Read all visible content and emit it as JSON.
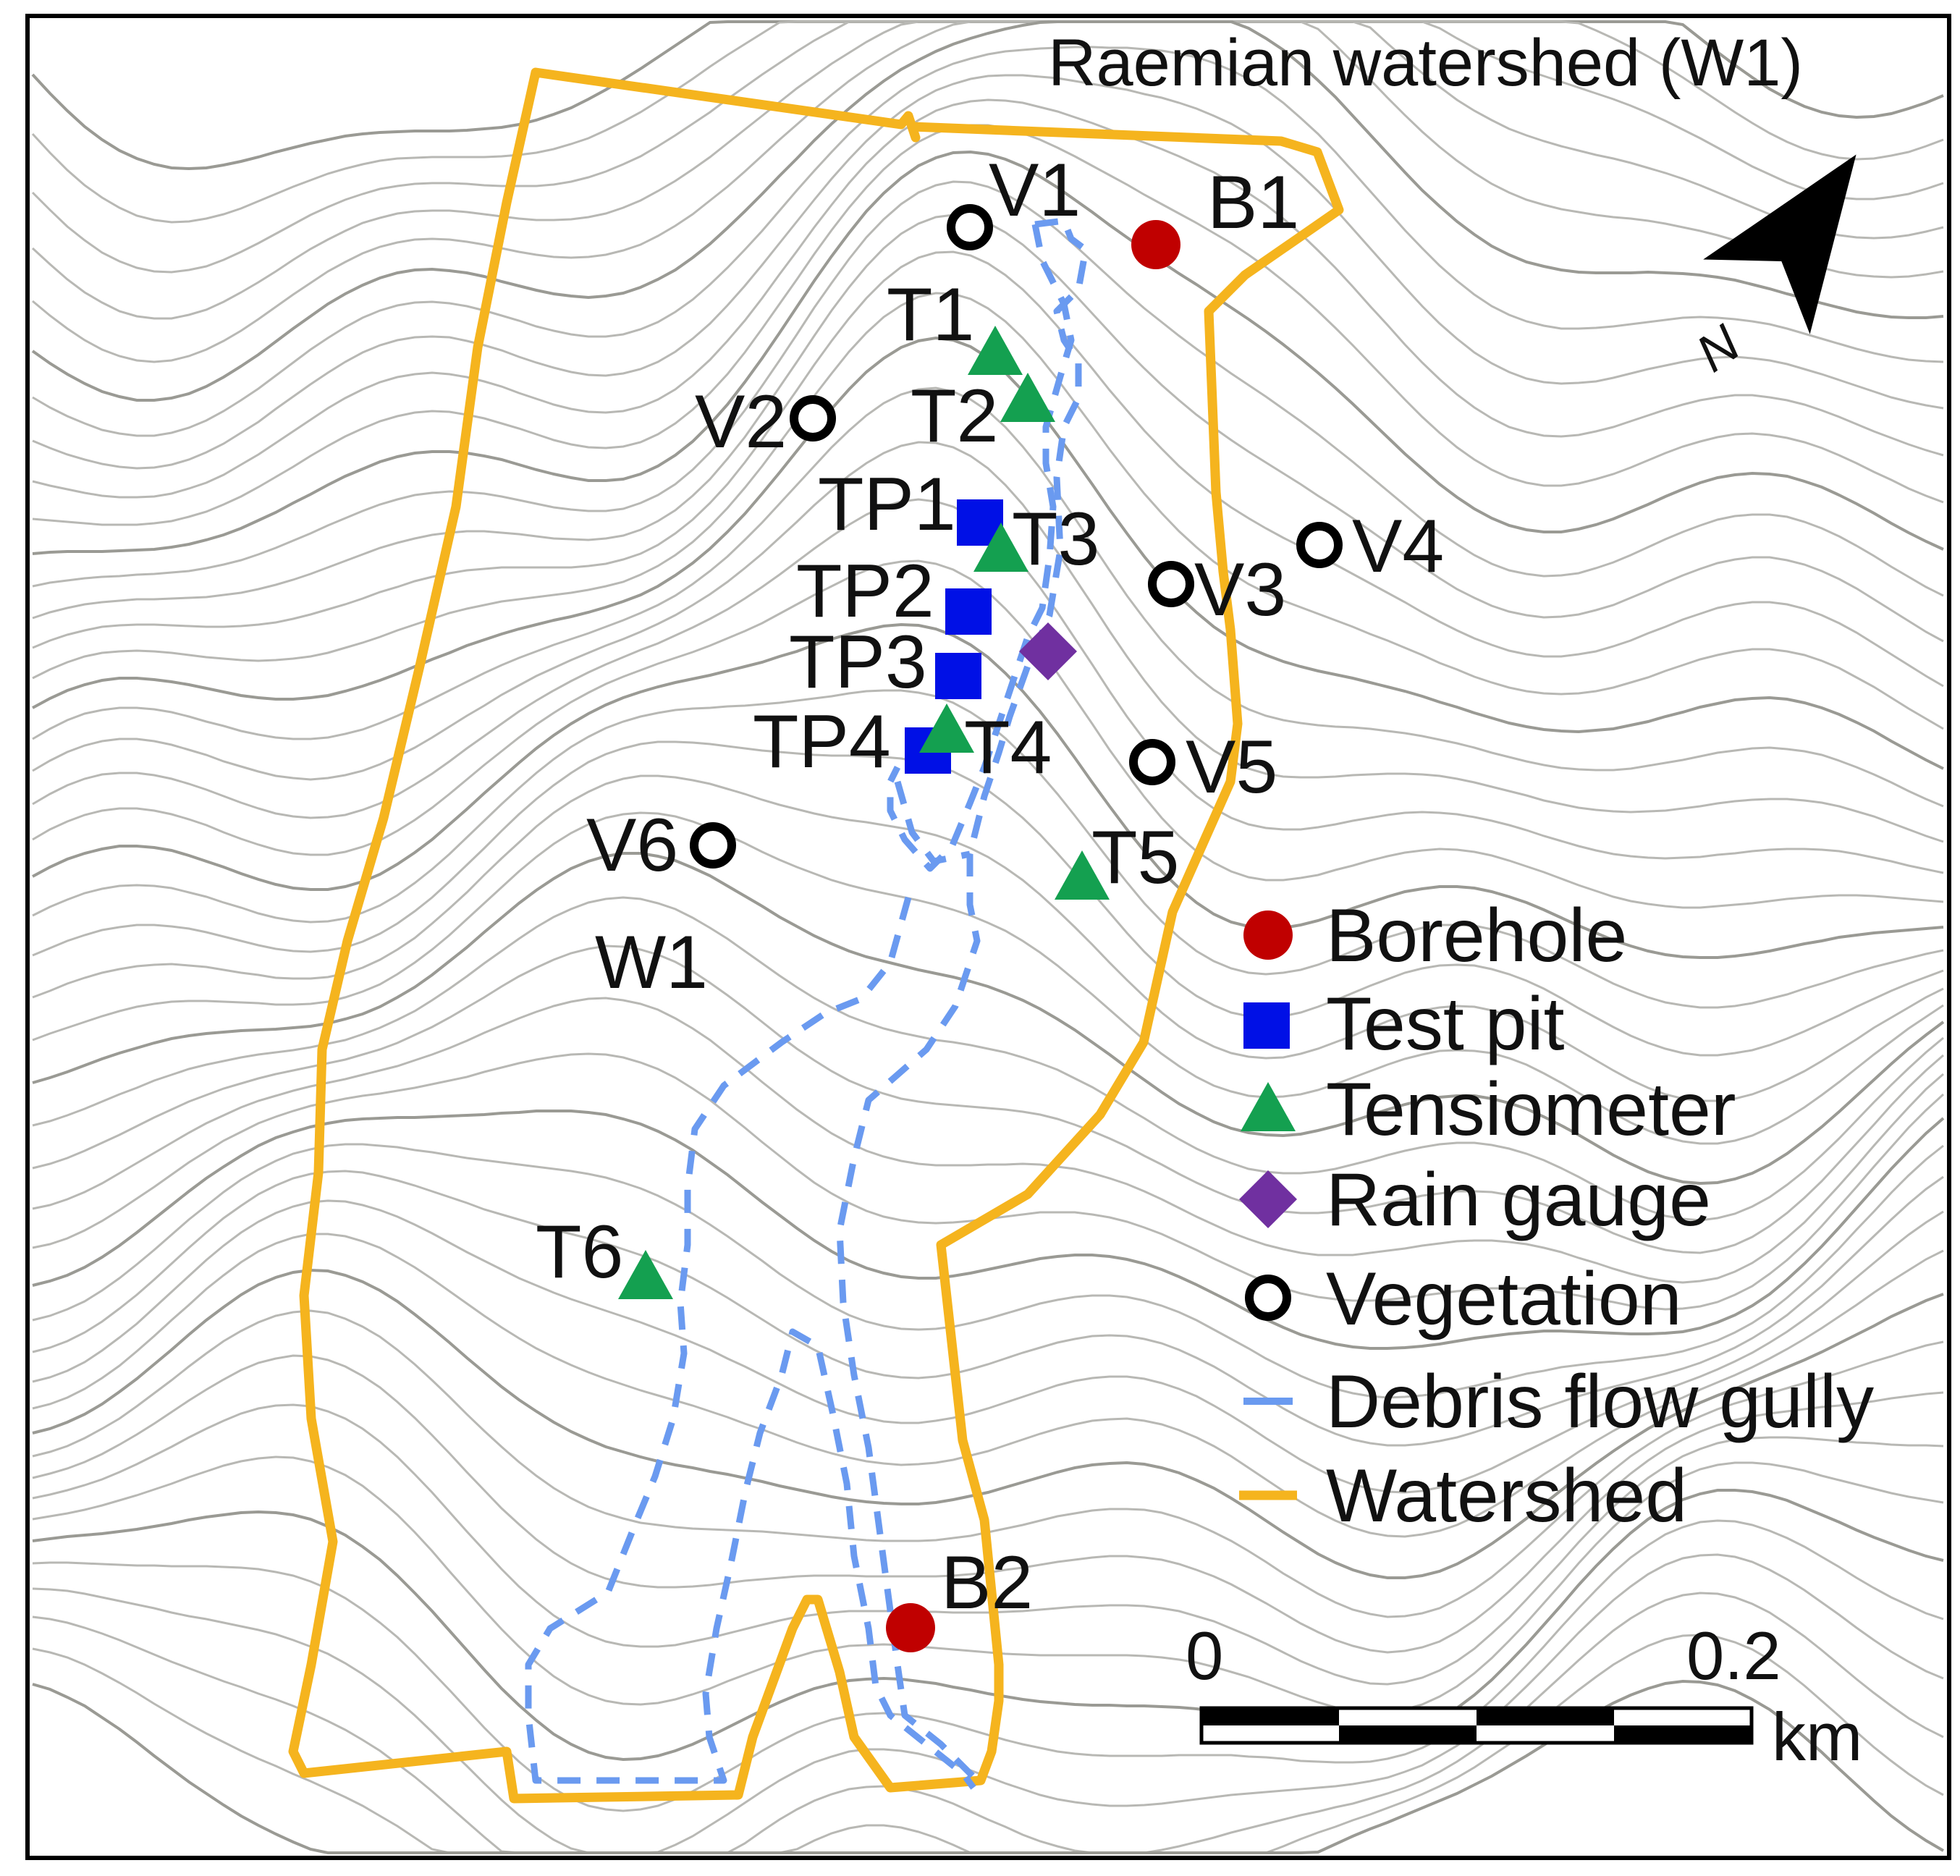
{
  "title": "Raemian watershed (W1)",
  "north_arrow": {
    "label": "N",
    "icon": "north-arrow-icon"
  },
  "colors": {
    "watershed": "#F5B41E",
    "gully": "#6A9AF0",
    "borehole": "#C00000",
    "test_pit": "#0010E6",
    "tensiometer": "#14A050",
    "rain_gauge": "#7030A0",
    "vegetation": "#000000",
    "contour": "#B8B8B4"
  },
  "watershed_label": "W1",
  "points": {
    "borehole": [
      {
        "label": "B1"
      },
      {
        "label": "B2"
      }
    ],
    "test_pit": [
      {
        "label": "TP1"
      },
      {
        "label": "TP2"
      },
      {
        "label": "TP3"
      },
      {
        "label": "TP4"
      }
    ],
    "tensiometer": [
      {
        "label": "T1"
      },
      {
        "label": "T2"
      },
      {
        "label": "T3"
      },
      {
        "label": "T4"
      },
      {
        "label": "T5"
      },
      {
        "label": "T6"
      }
    ],
    "vegetation": [
      {
        "label": "V1"
      },
      {
        "label": "V2"
      },
      {
        "label": "V3"
      },
      {
        "label": "V4"
      },
      {
        "label": "V5"
      },
      {
        "label": "V6"
      }
    ]
  },
  "legend": {
    "items": [
      {
        "label": "Borehole",
        "symbol": "borehole-icon"
      },
      {
        "label": "Test pit",
        "symbol": "test-pit-icon"
      },
      {
        "label": "Tensiometer",
        "symbol": "tensiometer-icon"
      },
      {
        "label": "Rain gauge",
        "symbol": "rain-gauge-icon"
      },
      {
        "label": "Vegetation",
        "symbol": "vegetation-icon"
      },
      {
        "label": "Debris flow gully",
        "symbol": "gully-line-icon"
      },
      {
        "label": "Watershed",
        "symbol": "watershed-line-icon"
      }
    ]
  },
  "scale_bar": {
    "start": "0",
    "end": "0.2",
    "unit": "km"
  }
}
